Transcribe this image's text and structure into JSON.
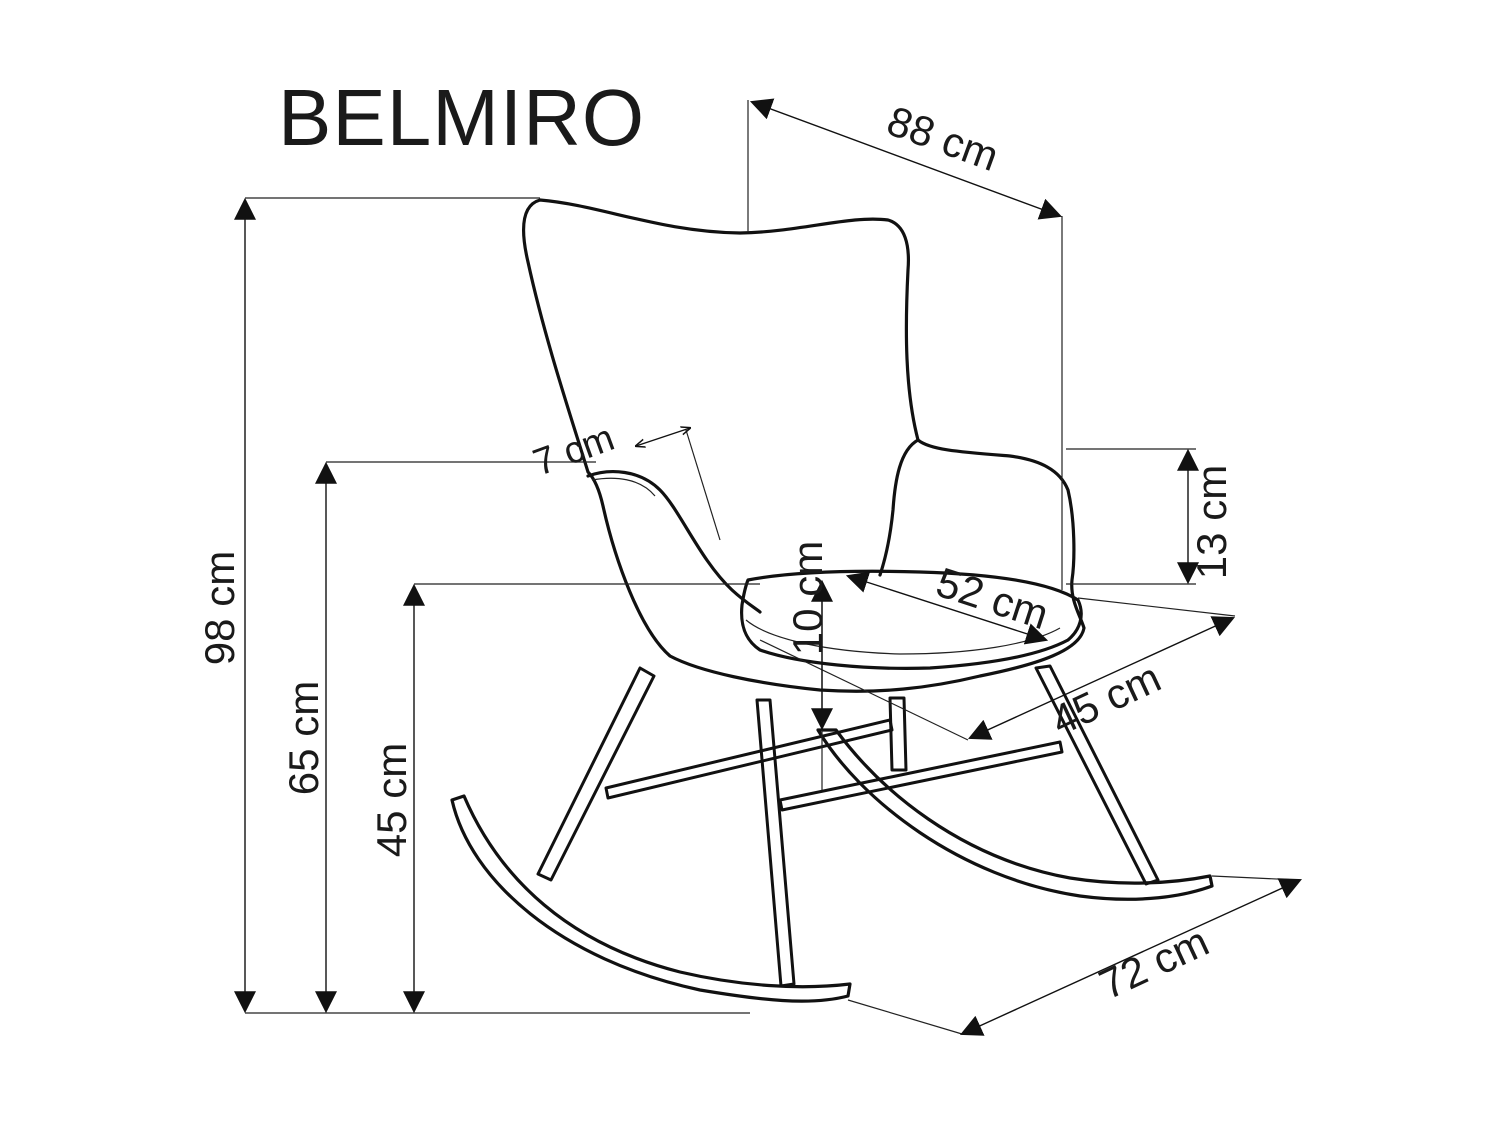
{
  "title": "BELMIRO",
  "dimensions": {
    "total_height": "98 cm",
    "armrest_height": "65 cm",
    "seat_height": "45 cm",
    "width": "88 cm",
    "armrest_above_seat": "13 cm",
    "seat_width": "52 cm",
    "seat_depth": "45 cm",
    "seat_thickness": "10 cm",
    "armrest_width": "7 cm",
    "depth": "72 cm"
  }
}
